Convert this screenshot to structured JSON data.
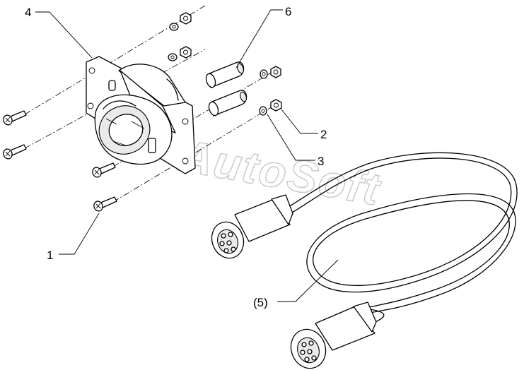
{
  "watermark": "AutoSoft",
  "callouts": {
    "c1": "1",
    "c2": "2",
    "c3": "3",
    "c4": "4",
    "c5": "(5)",
    "c6": "6"
  }
}
